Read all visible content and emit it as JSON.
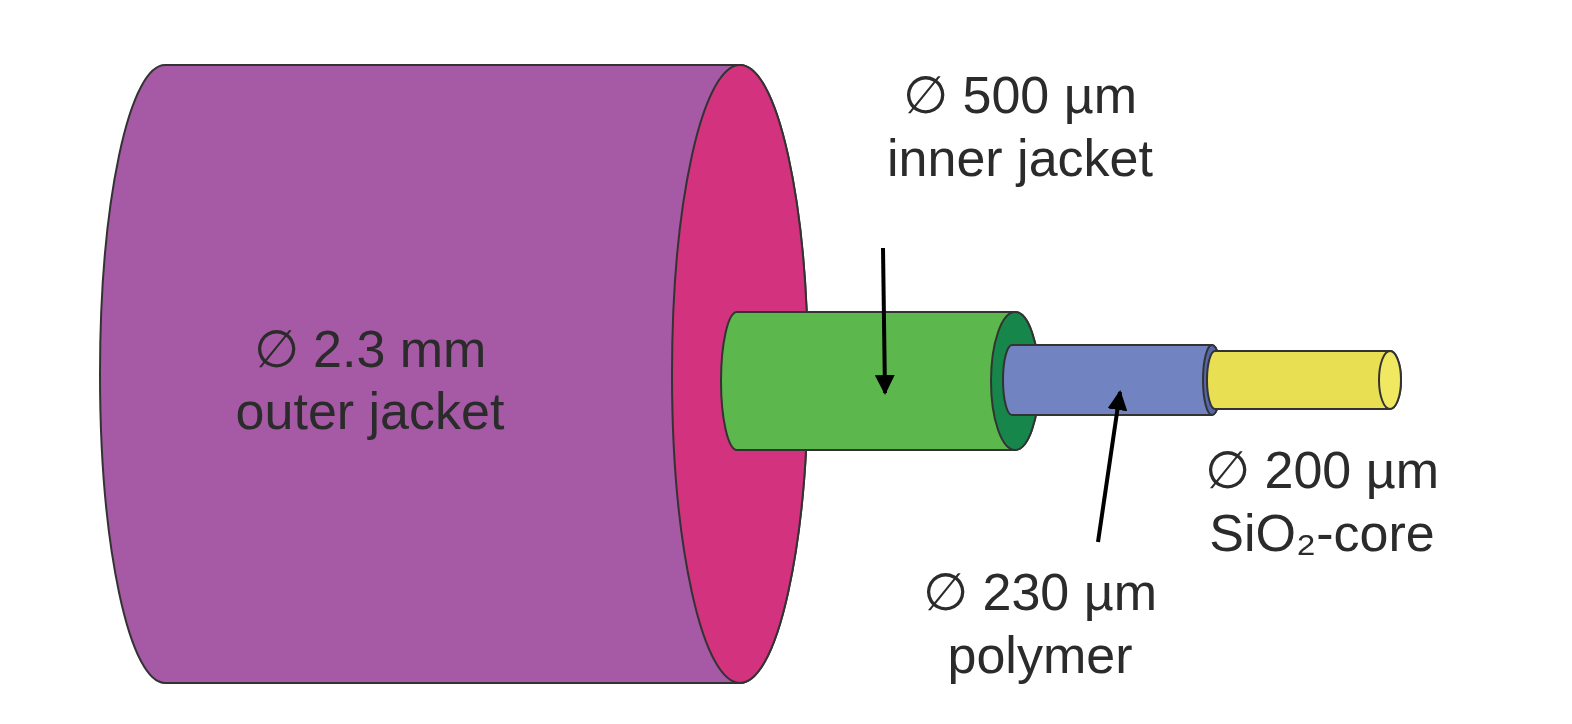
{
  "diagram": {
    "nodes": [
      {
        "text": [
          "∅ 2.3 mm",
          "outer jacket"
        ]
      }
    ],
    "labels": [
      "∅ 500 µm",
      "inner jacket",
      "∅ 230 µm",
      "polymer",
      "∅ 200 µm",
      "SiO₂-core"
    ]
  }
}
